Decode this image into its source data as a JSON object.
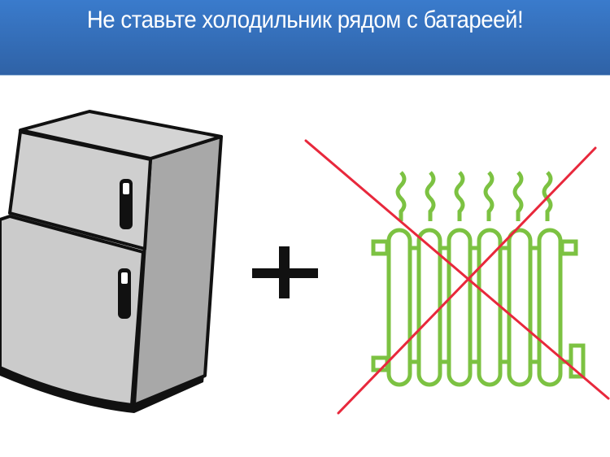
{
  "slide": {
    "title": "Не ставьте холодильник рядом с батареей!",
    "banner_color": "#3572c0",
    "illustration": {
      "left": "refrigerator",
      "operator": "plus",
      "right": "radiator",
      "right_overlay": "red-cross",
      "radiator_color": "#7cc242",
      "cross_color": "#e8283c"
    }
  }
}
